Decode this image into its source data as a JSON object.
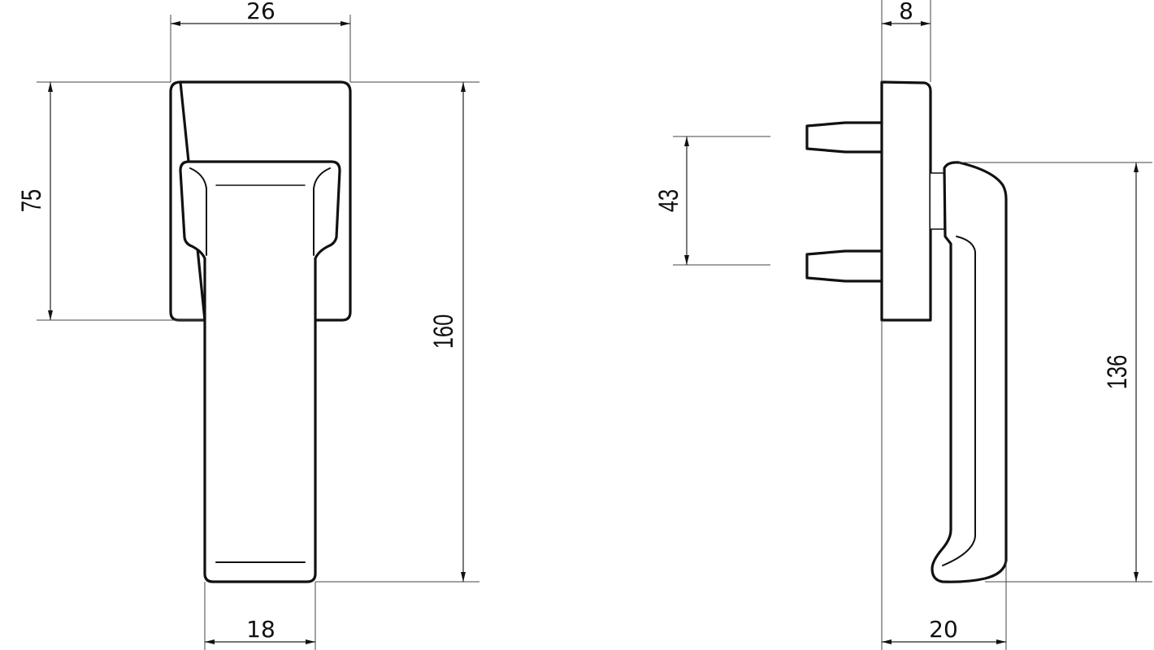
{
  "drawing": {
    "front_view": {
      "width_plate": "26",
      "height_plate": "75",
      "total_height": "160",
      "handle_width": "18"
    },
    "side_view": {
      "plate_depth": "8",
      "pin_spacing": "43",
      "handle_length": "136",
      "total_depth": "20"
    },
    "line_color": "#111111"
  }
}
